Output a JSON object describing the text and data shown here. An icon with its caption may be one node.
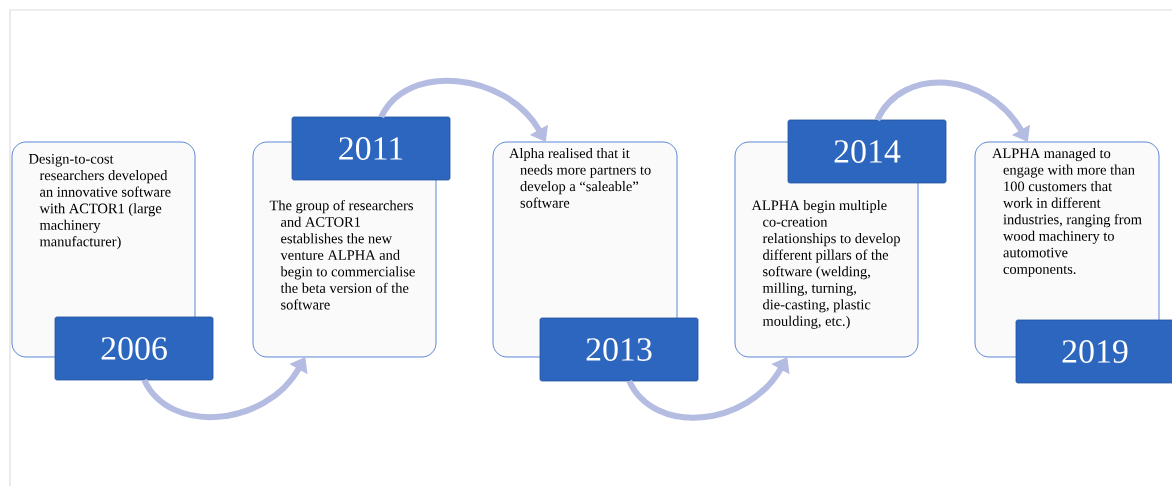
{
  "diagram": {
    "nodes": [
      {
        "text": [
          "Design-to-cost researchers developed an innovative software with ACTOR1 (large machinery manufacturer)"
        ]
      },
      {
        "text": [
          "2006"
        ]
      },
      {
        "text": [
          "The group of researchers and ACTOR1 establishes the new venture ALPHA and begin to commercialise the beta version of the software"
        ]
      },
      {
        "text": [
          "2011"
        ]
      },
      {
        "text": [
          "Alpha realised that it needs more partners to develop a “saleable” software"
        ]
      },
      {
        "text": [
          "2013"
        ]
      },
      {
        "text": [
          "ALPHA begin multiple co-creation relationships to develop different pillars of the software (welding, milling, turning, die-casting, plastic moulding, etc.)"
        ]
      },
      {
        "text": [
          "2014"
        ]
      },
      {
        "text": [
          "ALPHA managed to engage with more than 100 customers that work in different industries, ranging from wood machinery to automotive components."
        ]
      },
      {
        "text": [
          "2019"
        ]
      }
    ],
    "edges": [
      {
        "from": 1,
        "to": 2,
        "arrow": "to"
      },
      {
        "from": 3,
        "to": 4,
        "arrow": "to"
      },
      {
        "from": 5,
        "to": 6,
        "arrow": "to"
      },
      {
        "from": 7,
        "to": 8,
        "arrow": "to"
      }
    ]
  }
}
